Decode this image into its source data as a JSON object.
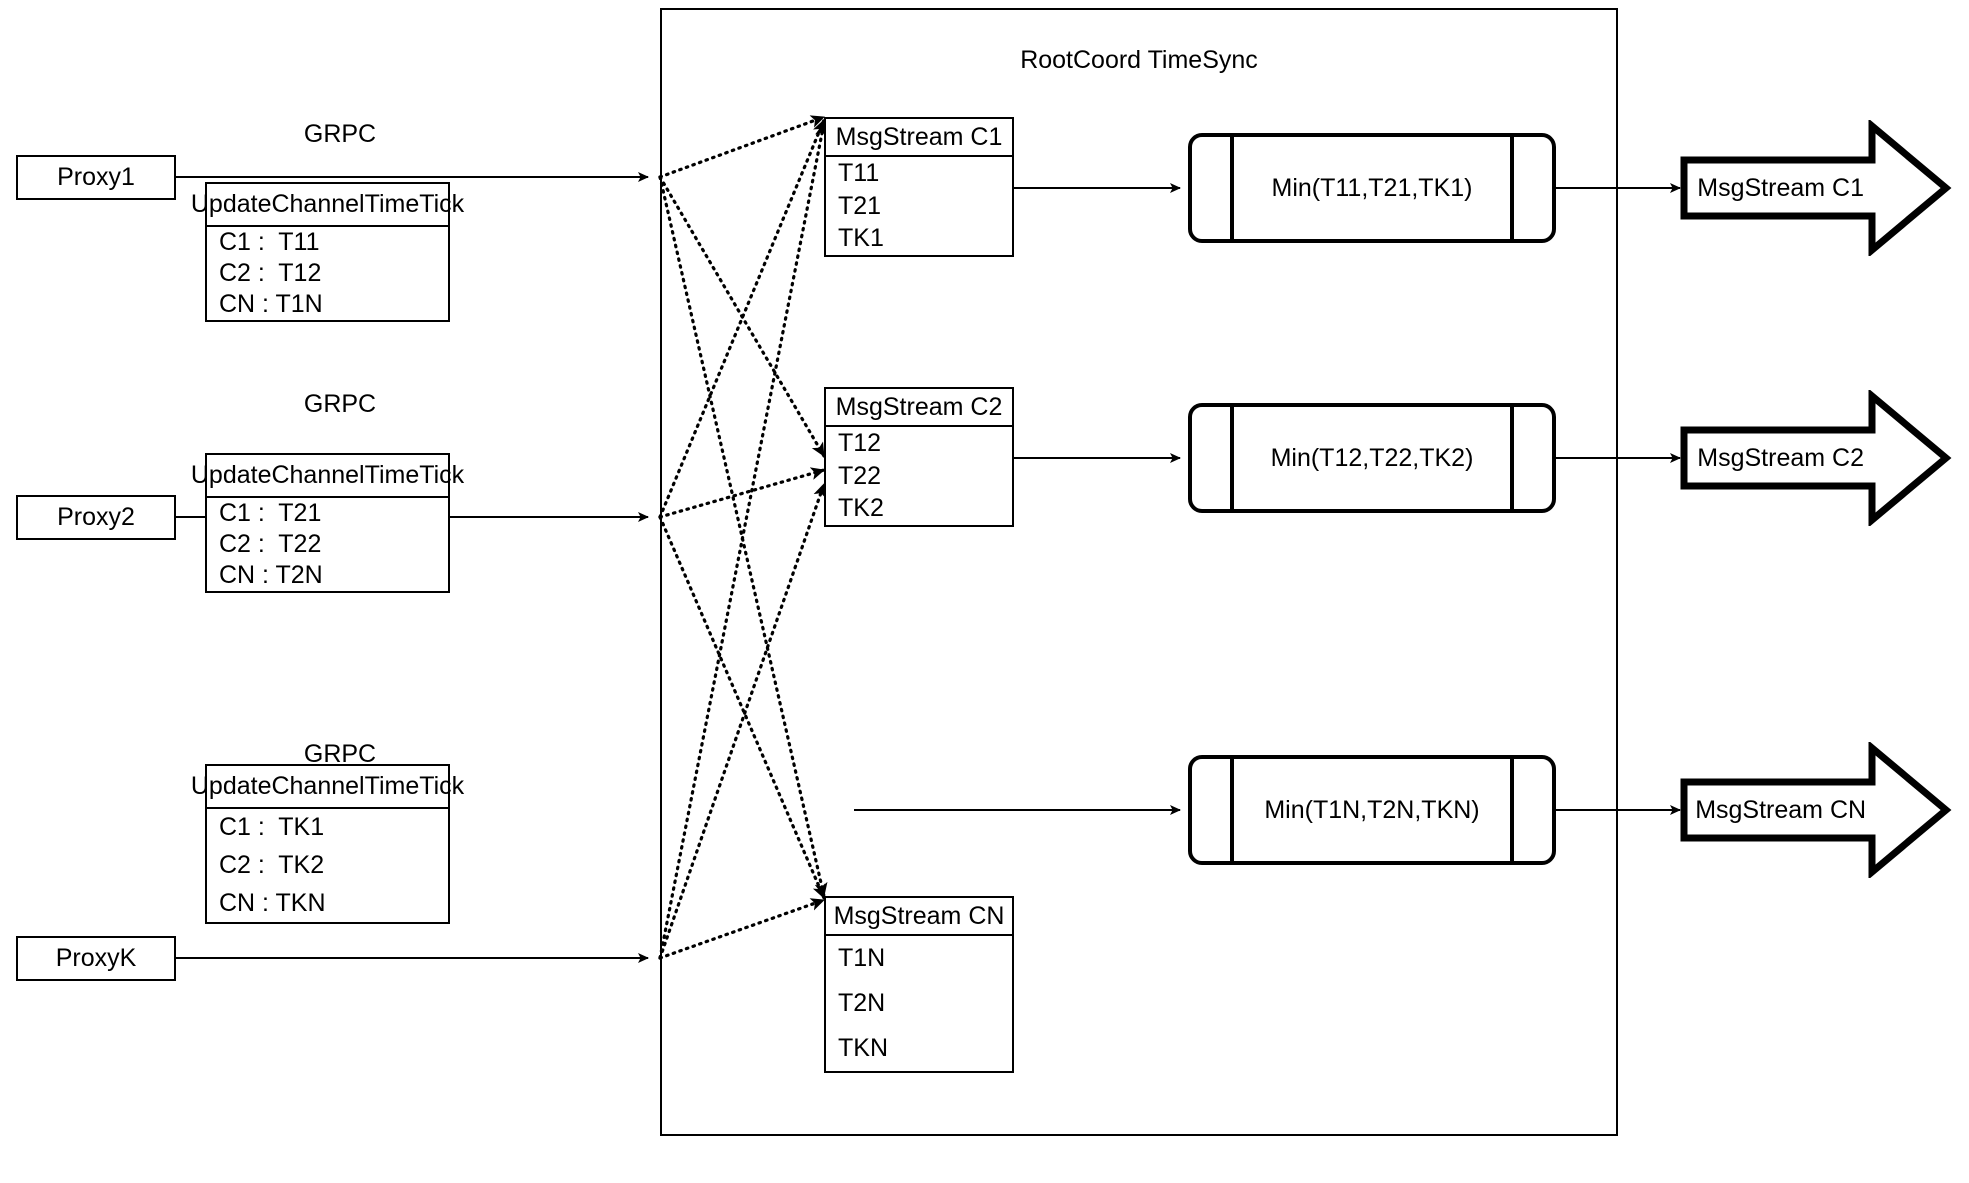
{
  "diagram": {
    "title": "RootCoord TimeSync",
    "group": {
      "label": "RootCoord TimeSync"
    },
    "edge_labels": {
      "grpc": "GRPC"
    },
    "rows": [
      {
        "proxy": {
          "label": "Proxy1"
        },
        "grpc_label": "GRPC",
        "request": {
          "header": "UpdateChannelTimeTick",
          "entries": [
            "C1 :  T11",
            "C2 :  T12",
            "CN : T1N"
          ]
        },
        "msgstream": {
          "header": "MsgStream C1",
          "entries": [
            "T11",
            "T21",
            "TK1"
          ]
        },
        "process": {
          "label": "Min(T11,T21,TK1)"
        },
        "output": {
          "label": "MsgStream C1"
        }
      },
      {
        "proxy": {
          "label": "Proxy2"
        },
        "grpc_label": "GRPC",
        "request": {
          "header": "UpdateChannelTimeTick",
          "entries": [
            "C1 :  T21",
            "C2 :  T22",
            "CN : T2N"
          ]
        },
        "msgstream": {
          "header": "MsgStream C2",
          "entries": [
            "T12",
            "T22",
            "TK2"
          ]
        },
        "process": {
          "label": "Min(T12,T22,TK2)"
        },
        "output": {
          "label": "MsgStream C2"
        }
      },
      {
        "proxy": {
          "label": "ProxyK"
        },
        "grpc_label": "GRPC",
        "request": {
          "header": "UpdateChannelTimeTick",
          "entries": [
            "C1 :  TK1",
            "C2 :  TK2",
            "CN : TKN"
          ]
        },
        "msgstream": {
          "header": "MsgStream CN",
          "entries": [
            "T1N",
            "T2N",
            "TKN"
          ]
        },
        "process": {
          "label": "Min(T1N,T2N,TKN)"
        },
        "output": {
          "label": "MsgStream CN"
        }
      }
    ],
    "colors": {
      "stroke": "#000000",
      "background": "#ffffff",
      "text": "#000000"
    }
  }
}
